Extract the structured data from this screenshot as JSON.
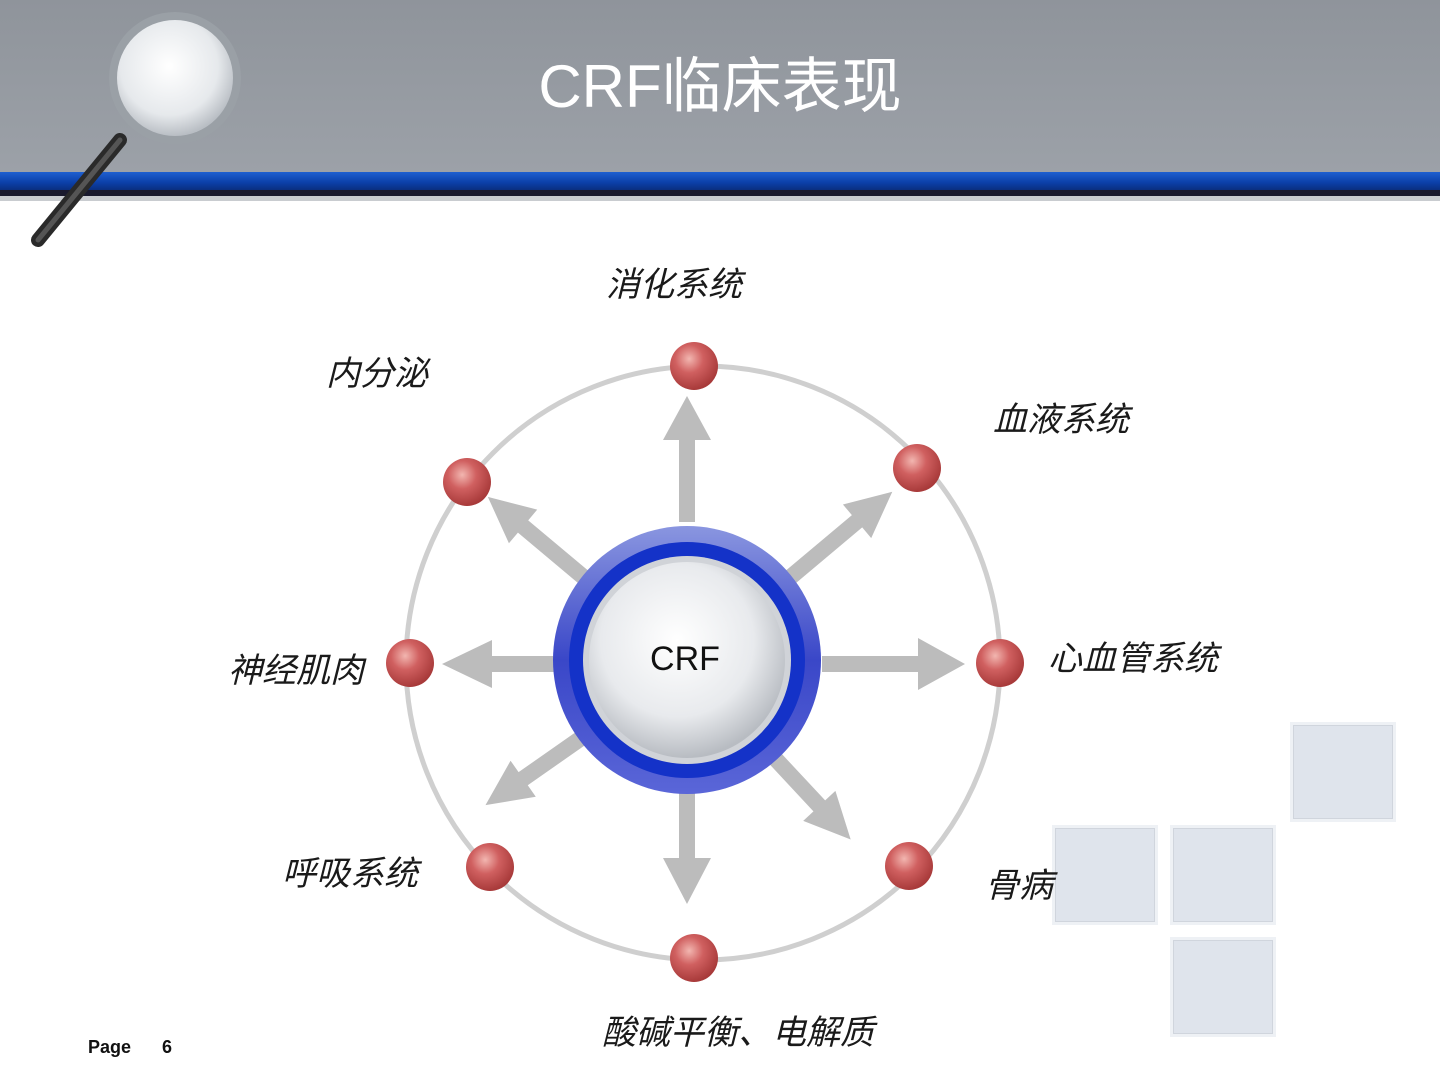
{
  "title": "CRF临床表现",
  "center": "CRF",
  "labels": {
    "top": "消化系统",
    "top_left": "内分泌",
    "top_right": "血液系统",
    "left": "神经肌肉",
    "right": "心血管系统",
    "bottom_left": "呼吸系统",
    "bottom_right": "骨病",
    "bottom": "酸碱平衡、电解质"
  },
  "footer": {
    "page_label": "Page",
    "page_number": "6"
  },
  "colors": {
    "header": "#979ca3",
    "accent_blue": "#1746b8",
    "node_red": "#c84b4b",
    "arrow_grey": "#bdbdbd"
  }
}
